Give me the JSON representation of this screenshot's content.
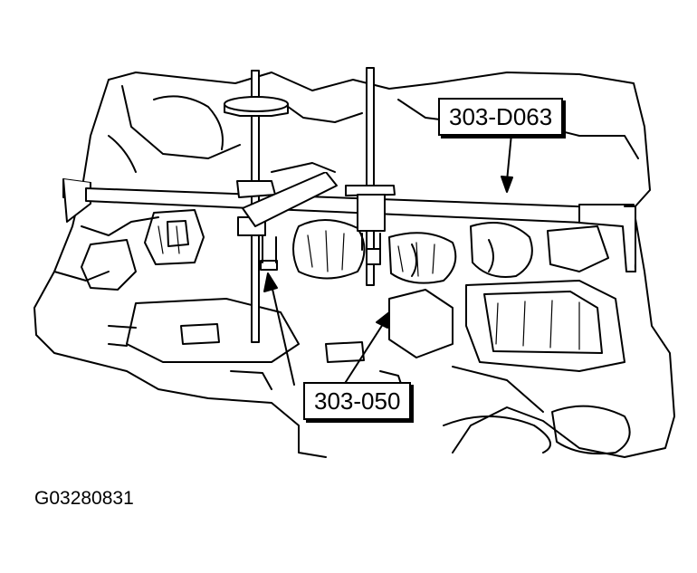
{
  "callouts": {
    "tool_a": "303-D063",
    "tool_b": "303-050"
  },
  "figure_id": "G03280831",
  "colors": {
    "ink": "#000000",
    "paper": "#ffffff"
  }
}
